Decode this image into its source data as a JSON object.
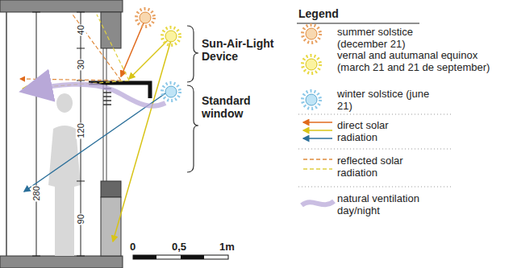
{
  "diagram": {
    "labels": [
      "40",
      "30",
      "120",
      "280",
      "90",
      "Sun-Air-Light Device",
      "Standard window",
      "0",
      "0,5",
      "1m",
      "Legend"
    ],
    "legend": [
      {
        "text": "summer solstice (december 21)"
      },
      {
        "text": "vernal and autumanal equinox (march 21 and 21 de september)"
      },
      {
        "text": "winter solstice (june 21)"
      },
      {
        "text": "direct solar radiation"
      },
      {
        "text": "reflected solar radiation"
      },
      {
        "text": "natural ventilation day/night"
      }
    ]
  }
}
